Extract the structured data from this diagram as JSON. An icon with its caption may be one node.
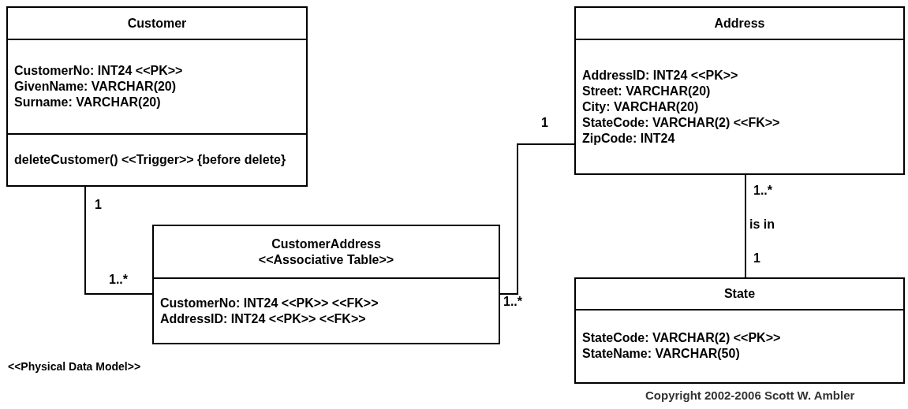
{
  "diagram": {
    "nodes": [
      {
        "text": [
          "Customer",
          "CustomerNo: INT24 <<PK>>",
          "GivenName: VARCHAR(20)",
          "Surname: VARCHAR(20)",
          "deleteCustomer() <<Trigger>> {before delete}"
        ]
      },
      {
        "text": [
          "CustomerAddress",
          "<<Associative Table>>",
          "CustomerNo: INT24 <<PK>> <<FK>>",
          "AddressID: INT24 <<PK>> <<FK>>"
        ]
      },
      {
        "text": [
          "Address",
          "AddressID: INT24 <<PK>>",
          "Street: VARCHAR(20)",
          "City: VARCHAR(20)",
          "StateCode: VARCHAR(2) <<FK>>",
          "ZipCode: INT24"
        ]
      },
      {
        "text": [
          "State",
          "StateCode: VARCHAR(2) <<PK>>",
          "StateName: VARCHAR(50)"
        ]
      }
    ],
    "edges": [
      {
        "from": 0,
        "to": 1,
        "arrow": "none"
      },
      {
        "from": 1,
        "to": 2,
        "arrow": "none"
      },
      {
        "from": 2,
        "to": 3,
        "arrow": "none",
        "label": "is in"
      }
    ],
    "labels": [
      "1",
      "1",
      "1..*",
      "1..*",
      "1..*",
      "1",
      "<<Physical Data Model>>",
      "Copyright 2002-2006 Scott W. Ambler"
    ]
  }
}
